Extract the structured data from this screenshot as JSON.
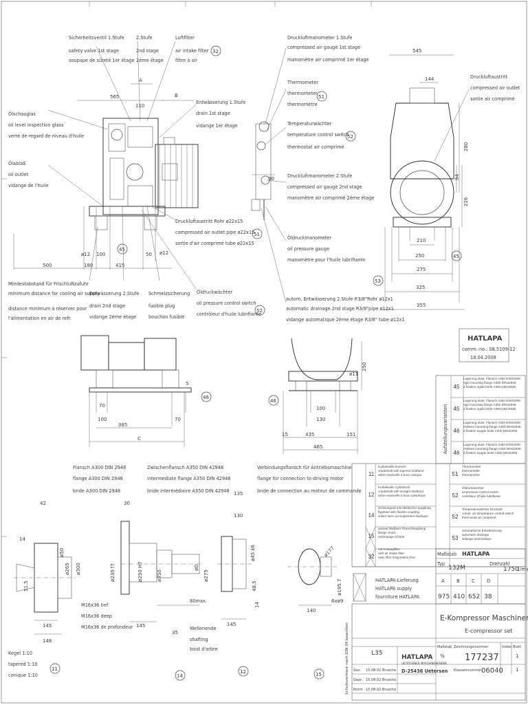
{
  "labels": {
    "safety_valve": [
      "Sicherheitsventil 1.Stufe",
      "safety valve 1st stage",
      "soupape de sûreté 1er étage"
    ],
    "stage2": [
      "2.Stufe",
      "2nd stage",
      "2ème étage"
    ],
    "air_filter": [
      "Luftfilter",
      "air intake filter",
      "filtre à air"
    ],
    "drain1": [
      "Entwässerung  1.Stufe",
      "drain            1st stage",
      "vidange         1er étage"
    ],
    "oil_sight": [
      "Ölschauglas",
      "oil level inspection glass",
      "verre de regard de niveau d'huile"
    ],
    "oil_outlet": [
      "Ölablaß",
      "oil outlet",
      "vidange de l'huile"
    ],
    "outlet_pipe": [
      "Druckluftaustritt      Rohr  ø22x15",
      "compressed air outlet  pipe  ø22x15",
      "sortie d'air comprimé  tube  ø22x15"
    ],
    "min_distance": [
      "Mindestabstand für Frischluftzufuhr",
      "minimum distance for cooling air supply",
      "distance minimum à réserver pour",
      "l'alimentation en air de refr."
    ],
    "drain2": [
      "Entwässerung  2.Stufe",
      "drain         2nd stage",
      "vidange      2ème étage"
    ],
    "fusible_plug": [
      "Schmelzsicherung",
      "fusible plug",
      "bouchon fusible"
    ],
    "oil_pressure_ctrl": [
      "Öldruckwächter",
      "oil pressure control switch",
      "contrôleur d'huile lubrifiante"
    ],
    "gauge1": [
      "Druckluftmanometer 1.Stufe",
      "compressed air gauge 1st stage",
      "manomètre air comprimé 1er étage"
    ],
    "thermometer": [
      "Thermometer",
      "thermometer",
      "thermomètre"
    ],
    "temp_switch": [
      "Temperaturwächter",
      "temperature control switch",
      "thermostat air comprimé"
    ],
    "gauge2": [
      "Druckluftmanometer 2.Stufe",
      "compressed air gauge 2nd stage",
      "manomètre air comprimé 2ème étage"
    ],
    "oil_pressure_gauge": [
      "Öldruckmanometer",
      "oil pressure gauge",
      "manomètre pour l'huile lubrifiante"
    ],
    "auto_drain": [
      "autom. Entwässerung 2.Stufe R3/8\"Rohr  ø12x1",
      "automatic drainage  2nd stage R3/8\"pipe  ø12x1",
      "vidange automatique 2ème étage  R3/8\" tube ø12x1"
    ],
    "air_outlet_right": [
      "Druckluftaustritt",
      "compressed air outlet",
      "sortie air comprimé"
    ],
    "flange_a300": [
      "Flansch A300 DIN 2948",
      "flange A300 DIN 2948",
      "bride A300 DIN 2948"
    ],
    "flange_a350": [
      "Zwischenflansch A350 DIN 42948",
      "intermediate flange A350 DIN 42948",
      "bride intermédiaire A350 DIN 42948"
    ],
    "conn_flange": [
      "Verbindungsflansch für Antriebsmaschine",
      "flange for connection to driving motor",
      "bride de connection au moteur de commande"
    ],
    "thread": [
      "M16x36 tief",
      "M16x36 deep",
      "M16x36 de profondeur"
    ],
    "taper": [
      "Kegel 1:10",
      "tapered 1:10",
      "conique 1:10"
    ],
    "shaft_end": [
      "Wellenende",
      "shafting",
      "bout d'arbre"
    ],
    "max80": "80max."
  },
  "badges": {
    "b32": "32",
    "b51": "51",
    "b52": "52",
    "b53": "53",
    "b45": "45",
    "b46": "46",
    "b11": "11",
    "b14": "14",
    "b12": "12",
    "b15": "15"
  },
  "dims": {
    "d565a": "565",
    "dA": "A",
    "dB": "B",
    "d110": "110",
    "d500": "500",
    "d180": "180",
    "d415": "415",
    "d12a": "ø12",
    "d100a": "100",
    "d50": "50",
    "d12b": "ø12",
    "d545": "545",
    "d144": "144",
    "d280": "280",
    "d226": "226",
    "d94": "94",
    "d210": "210",
    "d250": "250",
    "d275": "275",
    "d325": "325",
    "d355": "355",
    "d90": "90",
    "d70": "70",
    "d100b": "100",
    "d385": "385",
    "dC": "C",
    "d70b": "70",
    "d5": "5",
    "d11": "ø11",
    "d250b": "250",
    "d100c": "100",
    "d130": "130",
    "d15": "15",
    "d435": "435",
    "d151": "151",
    "d465": "465",
    "d42": "42",
    "d14a": "14",
    "d515": "51.5",
    "d265": "ø265",
    "d300a": "ø300",
    "d50b": "ø50",
    "d145a": "145",
    "d148": "148",
    "d30": "30",
    "d230": "ø230 f7",
    "d250c": "ø250 H7",
    "d350": "ø350",
    "d275b": "ø275",
    "d135": "135",
    "d130b": "130",
    "d45": "ø45 k6",
    "d485": "48.5",
    "d14b": "14",
    "d177": "ø177",
    "d1957": "ø195.7",
    "d140": "140",
    "d6x9": "6xø9",
    "dD": "øD",
    "d145b": "145",
    "d35": "35",
    "d145c": "145"
  },
  "stamp": {
    "brand": "HATLAPA",
    "comm": "comm.-no.: 08.5109-12",
    "date": "18.04.2008"
  },
  "options_table": {
    "side_title": "Aufstellungsvarianten",
    "rows": [
      {
        "num": "45",
        "de": "Lagerung elast. Flansch A300 DIN42948",
        "en": "rigid mounting   flange A300 DIN42948",
        "fr": "à fixation rigide  bride  A300 DIN42948"
      },
      {
        "num": "45",
        "de": "Lagerung elast. Flansch A350 DIN42948",
        "en": "rigid mounting   flange A350 DIN42948",
        "fr": "à fixation rigide  bride  A350 DIN42948"
      },
      {
        "num": "46",
        "de": "Lagerung elast. Flansch A300 DIN42948",
        "en": "resilient mounting flange A300 DIN42948",
        "fr": "à fixation souple  bride  A300 DIN42948"
      },
      {
        "num": "46",
        "de": "Lagerung elast. Flansch A350 DIN42948",
        "en": "resilient mounting flange A350 DIN42948",
        "fr": "à fixation souple  bride  A350 DIN42948"
      }
    ]
  },
  "parts_table": {
    "left_rows": [
      {
        "num": "11",
        "de": "Kurbelwelle konisch",
        "en": "crankshaft with tapered shaftend",
        "fr": "arbre-manivelle à bout conique"
      },
      {
        "num": "12",
        "de": "Kurbelwelle zylindrisch",
        "en": "crankshaft with straight shaftend",
        "fr": "arbre-manivelle à bout cylindrique"
      },
      {
        "num": "14",
        "de": "Schwungrad mit elastischer Kupplung",
        "en": "flywheel with flexible coupling",
        "fr": "volant avec accouplement élastique"
      },
      {
        "num": "15",
        "de": "auswechselbare Flanschkupplung",
        "en": "flange clutch",
        "fr": "embrayage à bride"
      },
      {
        "num": "32",
        "de": "mit Ansaugfilter",
        "en": "with air intake filter",
        "fr": "avec filtre d'aspiration d'air"
      }
    ],
    "right_rows": [
      {
        "num": "51",
        "de": "Thermometer",
        "en": "thermometer",
        "fr": "thermomètre"
      },
      {
        "num": "52",
        "de": "Öldruckwächter",
        "en": "oil pressure control switch",
        "fr": "contrôleur d'huile lubrifiante"
      },
      {
        "num": "52",
        "de": "Temperaturwächter Druckluft",
        "en": "compr. air temperature control switch",
        "fr": "thermostat air comprimé"
      },
      {
        "num": "53",
        "de": "automatische Entwässerung",
        "en": "automatic drainage",
        "fr": "vidange automatique"
      }
    ],
    "supply": [
      "HATLAPA-Lieferung",
      "HATLAPA supply",
      "fourniture HATLAPA"
    ]
  },
  "title_block": {
    "type_label": "Typ",
    "type_value": "132M",
    "rpm_label": "Drehzahl",
    "rpm_value": "1750",
    "rpm_unit": "1/min",
    "hatlapa": "HATLAPA",
    "col_A": "A",
    "col_B": "B",
    "col_C": "C",
    "col_D": "D",
    "val_A": "975",
    "val_B": "410",
    "val_C": "652",
    "val_D": "38",
    "title_de": "E-Kompressor Maschinensatz",
    "title_en": "E-compressor set",
    "code": "L35",
    "drawing_no": "177237",
    "class_no": "06040",
    "sheet": "1",
    "sheets": "1",
    "index_label": "Index",
    "massstab": "Maßstab",
    "scale_value": "%",
    "zeichnungsnummer": "Zeichnungsnummer",
    "blatt": "Blatt",
    "klassen": "Klassennummer",
    "company": "HATLAPA",
    "company_sub": "UETERSENER MASCHINENFABRIK",
    "address": "D-25436 Uetersen",
    "row_labels": [
      "Gez.",
      "Gepr.",
      "Norm"
    ],
    "row_dates": [
      "15.08.02",
      "15.08.02",
      "15.08.02"
    ],
    "row_names": [
      "Brusche",
      "Brusche",
      "Brusche"
    ],
    "side_note": "Schutzvermerk nach DIN 34 beachten"
  }
}
